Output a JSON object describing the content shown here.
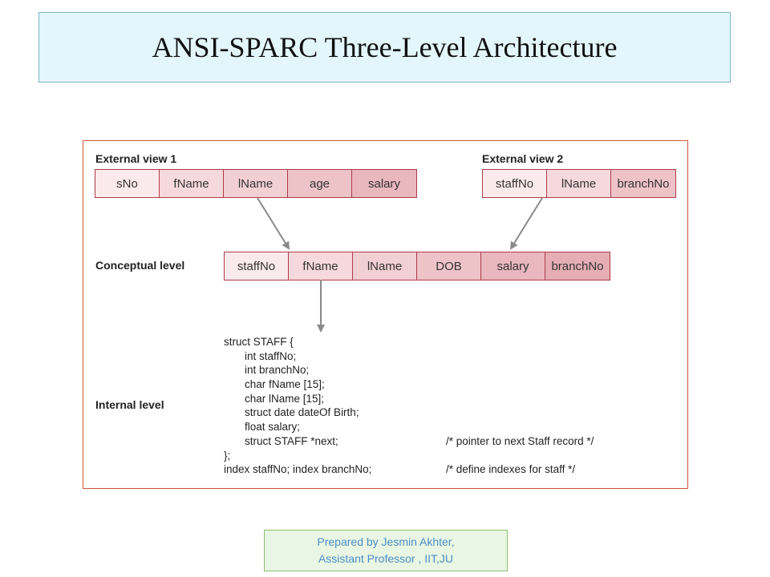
{
  "title": "ANSI-SPARC  Three-Level  Architecture",
  "external_view_1": {
    "label": "External view 1",
    "fields": [
      "sNo",
      "fName",
      "lName",
      "age",
      "salary"
    ]
  },
  "external_view_2": {
    "label": "External view 2",
    "fields": [
      "staffNo",
      "lName",
      "branchNo"
    ]
  },
  "conceptual_level": {
    "label": "Conceptual level",
    "fields": [
      "staffNo",
      "fName",
      "lName",
      "DOB",
      "salary",
      "branchNo"
    ]
  },
  "internal_level": {
    "label": "Internal level",
    "code": [
      {
        "text": "struct STAFF {",
        "indent": false,
        "comment": ""
      },
      {
        "text": "int staffNo;",
        "indent": true,
        "comment": ""
      },
      {
        "text": "int branchNo;",
        "indent": true,
        "comment": ""
      },
      {
        "text": "char fName [15];",
        "indent": true,
        "comment": ""
      },
      {
        "text": "char lName [15];",
        "indent": true,
        "comment": ""
      },
      {
        "text": "struct date dateOf Birth;",
        "indent": true,
        "comment": ""
      },
      {
        "text": "float salary;",
        "indent": true,
        "comment": ""
      },
      {
        "text": "struct STAFF *next;",
        "indent": true,
        "comment": "/* pointer to next Staff record */"
      },
      {
        "text": "};",
        "indent": false,
        "comment": ""
      },
      {
        "text": "index staffNo; index branchNo;",
        "indent": false,
        "comment": "/* define indexes for staff */"
      }
    ]
  },
  "footer": {
    "line1": "Prepared by Jesmin Akhter,",
    "line2": "Assistant Professor , IIT,JU"
  },
  "colors": {
    "record_border": "#b03a4a",
    "frame_border": "#d0573c",
    "arrow": "#8a8a8a",
    "title_bg": "#e3f6fb",
    "footer_bg": "#e9f6e3",
    "footer_text": "#4a8fc7"
  }
}
